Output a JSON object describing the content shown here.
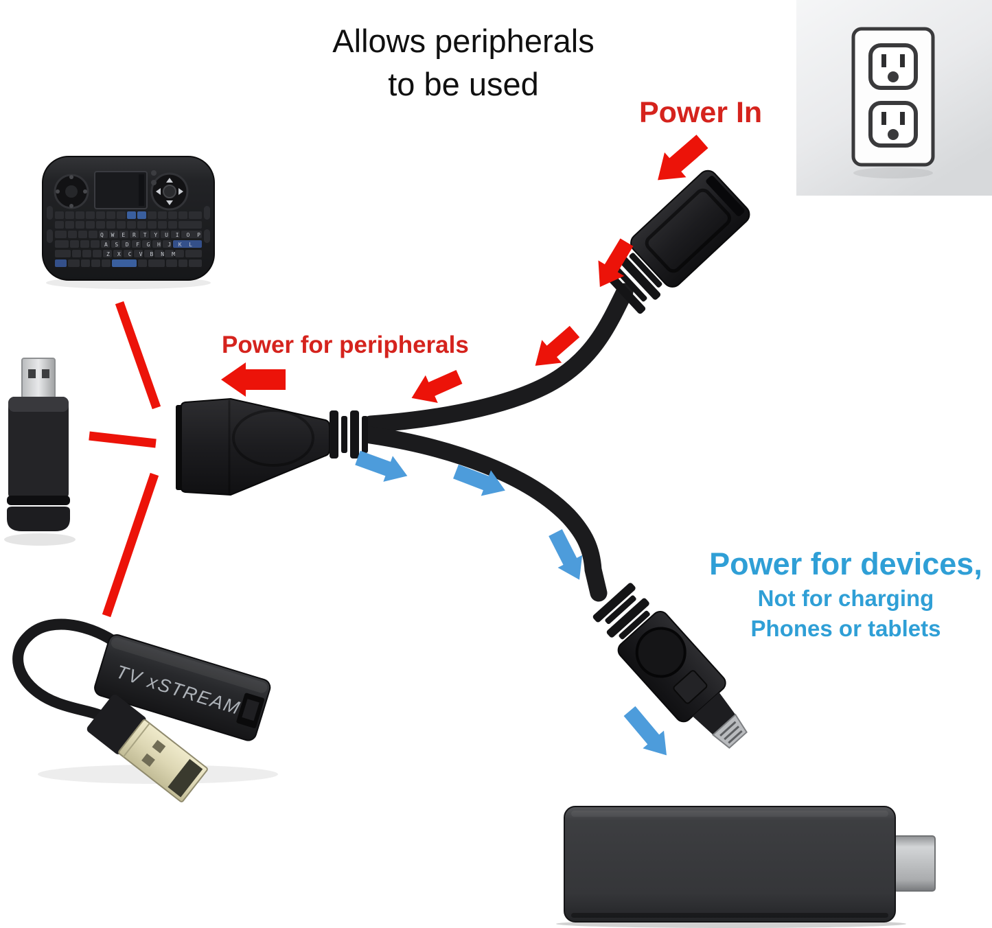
{
  "title": {
    "line1": "Allows peripherals",
    "line2": "to be used"
  },
  "labels": {
    "power_in": "Power In",
    "power_for_peripherals": "Power for peripherals",
    "power_for_devices": "Power for devices,",
    "not_for_charging_line1": "Not for charging",
    "not_for_charging_line2": "Phones or tablets"
  },
  "brand": {
    "ethernet_adapter_logo": "TV xSTREAM"
  },
  "keyboard": {
    "row_qwerty": "QWERTYUIOP",
    "row_asdf": "ASDFGHJKL",
    "row_zxcv": "ZXCVBNM"
  },
  "icons": {
    "power_outlet": "duplex-wall-outlet-icon",
    "mini_keyboard": "mini-wireless-keyboard",
    "usb_flash_drive": "usb-flash-drive",
    "ethernet_adapter": "usb-ethernet-adapter",
    "otg_cable": "usb-otg-y-splitter-cable",
    "streaming_stick": "tv-streaming-stick"
  },
  "colors": {
    "background": "#ffffff",
    "title_text": "#101010",
    "red_label": "#d5231d",
    "red_arrow": "#ec1309",
    "blue_label": "#2f9fd6",
    "blue_arrow": "#4d9cdb",
    "cable_black": "#1b1b1d",
    "adapter_brand_gray": "#aeb3b9"
  }
}
